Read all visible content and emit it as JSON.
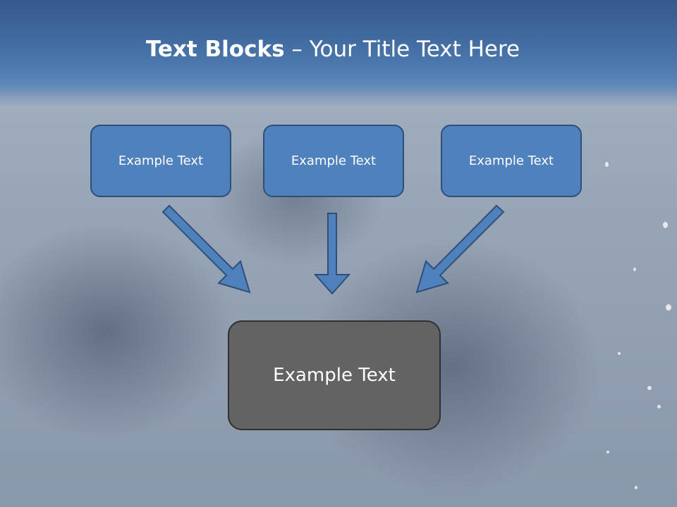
{
  "title": {
    "bold": "Text Blocks",
    "separator": " – ",
    "rest": "Your Title Text Here"
  },
  "blocks": [
    {
      "label": "Example Text"
    },
    {
      "label": "Example Text"
    },
    {
      "label": "Example Text"
    }
  ],
  "center": {
    "label": "Example Text"
  },
  "colors": {
    "header": "#4a77ad",
    "box_fill": "#4f81bd",
    "box_border": "#2f4f78",
    "center_fill": "#636363",
    "arrow_fill": "#4f81bd"
  }
}
